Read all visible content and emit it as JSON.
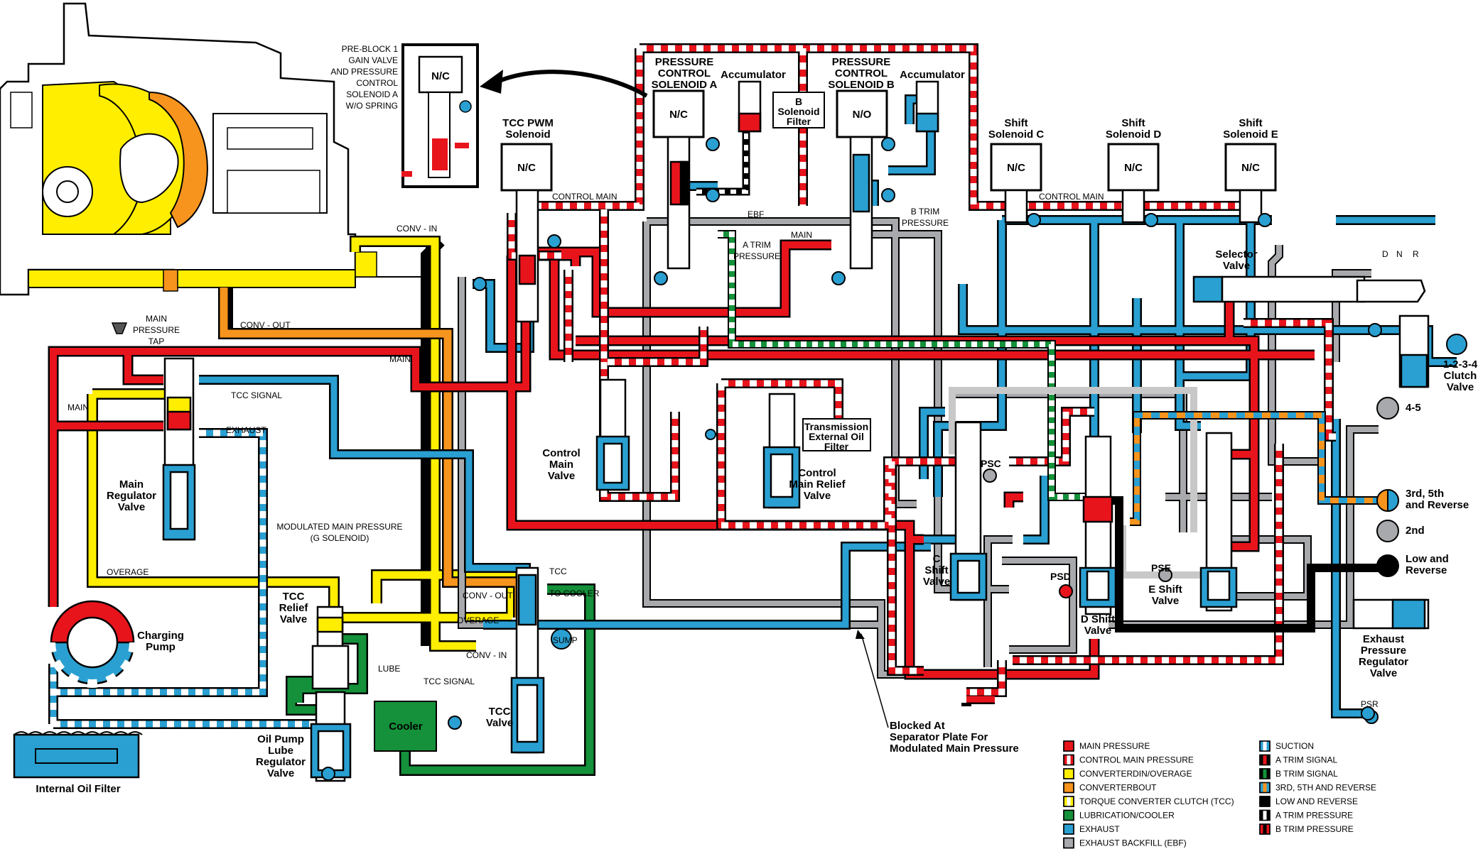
{
  "colors": {
    "main": "#e8141c",
    "converter_in": "#ffee00",
    "converter_out": "#f7941d",
    "lube": "#14913a",
    "exhaust": "#2aa0d2",
    "ebf": "#a7a9ac",
    "black": "#000000",
    "white": "#ffffff"
  },
  "inset": {
    "lines": [
      "PRE-BLOCK 1",
      "GAIN VALVE",
      "AND PRESSURE",
      "CONTROL",
      "SOLENOID A",
      "W/O SPRING"
    ],
    "nc": "N/C"
  },
  "solenoids": {
    "pcs_a": {
      "title": [
        "PRESSURE",
        "CONTROL",
        "SOLENOID A"
      ],
      "state": "N/C"
    },
    "pcs_b": {
      "title": [
        "PRESSURE",
        "CONTROL",
        "SOLENOID B"
      ],
      "state": "N/O"
    },
    "accumulator": "Accumulator",
    "b_filter": [
      "B",
      "Solenoid",
      "Filter"
    ],
    "tcc_pwm": {
      "title": [
        "TCC PWM",
        "Solenoid"
      ],
      "state": "N/C"
    },
    "shift_c": {
      "title": [
        "Shift",
        "Solenoid C"
      ],
      "state": "N/C"
    },
    "shift_d": {
      "title": [
        "Shift",
        "Solenoid D"
      ],
      "state": "N/C"
    },
    "shift_e": {
      "title": [
        "Shift",
        "Solenoid E"
      ],
      "state": "N/C"
    }
  },
  "line_labels": {
    "control_main_1": "CONTROL MAIN",
    "control_main_2": "CONTROL MAIN",
    "ebf": "EBF",
    "main_top": "MAIN",
    "a_trim": [
      "A TRIM",
      "PRESSURE"
    ],
    "b_trim": [
      "B TRIM",
      "PRESSURE"
    ],
    "conv_in_top": "CONV - IN",
    "conv_out_top": "CONV - OUT",
    "main_pressure_tap": [
      "MAIN",
      "PRESSURE",
      "TAP"
    ],
    "main_left": "MAIN",
    "main_mid": "MAIN",
    "tcc_signal_top": "TCC  SIGNAL",
    "exhaust": "EXHAUST",
    "modulated": [
      "MODULATED  MAIN  PRESSURE",
      "(G  SOLENOID)"
    ],
    "overage": "OVERAGE",
    "overage2": "OVERAGE",
    "conv_out_bottom": "CONV - OUT",
    "conv_in_bottom": "CONV - IN",
    "tcc": "TCC",
    "to_cooler": "TO  COOLER",
    "sump": "SUMP",
    "lube": "LUBE",
    "tcc_signal_bottom": "TCC  SIGNAL",
    "psc": "PSC",
    "psd": "PSD",
    "pse": "PSE",
    "psr": "PSR",
    "d": "D",
    "n": "N",
    "r": "R"
  },
  "components": {
    "main_regulator": [
      "Main",
      "Regulator",
      "Valve"
    ],
    "charging_pump": [
      "Charging",
      "Pump"
    ],
    "internal_filter": "Internal Oil Filter",
    "tcc_relief": [
      "TCC",
      "Relief",
      "Valve"
    ],
    "oil_pump_lube": [
      "Oil Pump",
      "Lube",
      "Regulator",
      "Valve"
    ],
    "cooler": "Cooler",
    "tcc_valve": [
      "TCC",
      "Valve"
    ],
    "control_main_valve": [
      "Control",
      "Main",
      "Valve"
    ],
    "trans_filter": [
      "Transmission",
      "External Oil",
      "Filter"
    ],
    "control_main_relief": [
      "Control",
      "Main Relief",
      "Valve"
    ],
    "c_shift": [
      "C",
      "Shift",
      "Valve"
    ],
    "d_shift": [
      "D Shift",
      "Valve"
    ],
    "e_shift": [
      "E Shift",
      "Valve"
    ],
    "selector": [
      "Selector",
      "Valve"
    ],
    "clutch_1234": [
      "1-2-3-4",
      "Clutch",
      "Valve"
    ],
    "exhaust_regulator": [
      "Exhaust",
      "Pressure",
      "Regulator",
      "Valve"
    ],
    "blocked": [
      "Blocked  At",
      "Separator Plate For",
      "Modulated  Main  Pressure"
    ]
  },
  "outputs": [
    "4-5",
    "3rd, 5th",
    "and Reverse",
    "2nd",
    "Low and",
    "Reverse"
  ],
  "legend_left": [
    {
      "label": "MAIN  PRESSURE",
      "swatch": "main"
    },
    {
      "label": "CONTROL  MAIN  PRESSURE",
      "swatch": "control_main"
    },
    {
      "label": "CONVERTERDIN/OVERAGE",
      "swatch": "yellow"
    },
    {
      "label": "CONVERTERBOUT",
      "swatch": "orange"
    },
    {
      "label": "TORQUE  CONVERTER  CLUTCH (TCC)",
      "swatch": "tcc"
    },
    {
      "label": "LUBRICATION/COOLER",
      "swatch": "green"
    },
    {
      "label": "EXHAUST",
      "swatch": "blue"
    },
    {
      "label": "EXHAUST  BACKFILL (EBF)",
      "swatch": "gray"
    }
  ],
  "legend_right": [
    {
      "label": "SUCTION",
      "swatch": "suction"
    },
    {
      "label": "A TRIM  SIGNAL",
      "swatch": "atrim_sig"
    },
    {
      "label": "B TRIM  SIGNAL",
      "swatch": "btrim_sig"
    },
    {
      "label": "3RD, 5TH AND REVERSE",
      "swatch": "r35"
    },
    {
      "label": "LOW  AND  REVERSE",
      "swatch": "lowrev"
    },
    {
      "label": "A TRIM  PRESSURE",
      "swatch": "atrim_p"
    },
    {
      "label": "B TRIM  PRESSURE",
      "swatch": "btrim_p"
    }
  ]
}
